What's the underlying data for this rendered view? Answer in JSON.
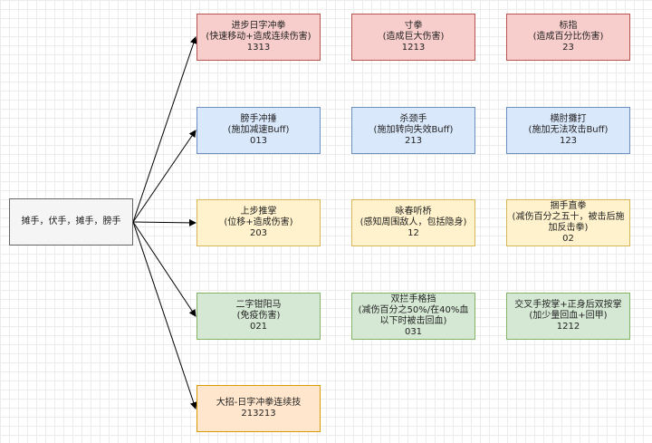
{
  "root": {
    "label": "摊手，伏手，摊手，膀手"
  },
  "nodes": [
    {
      "title": "进步日字冲拳",
      "desc": "(快速移动+造成连续伤害)",
      "code": "1313",
      "color": "red"
    },
    {
      "title": "寸拳",
      "desc": "(造成巨大伤害)",
      "code": "1213",
      "color": "red"
    },
    {
      "title": "标指",
      "desc": "(造成百分比伤害)",
      "code": "23",
      "color": "red"
    },
    {
      "title": "膀手冲捶",
      "desc": "(施加减速Buff)",
      "code": "013",
      "color": "blue"
    },
    {
      "title": "杀颈手",
      "desc": "(施加转向失效Buff)",
      "code": "213",
      "color": "blue"
    },
    {
      "title": "横肘攤打",
      "desc": "(施加无法攻击Buff)",
      "code": "123",
      "color": "blue"
    },
    {
      "title": "上步推掌",
      "desc": "(位移+造成伤害)",
      "code": "203",
      "color": "yellow"
    },
    {
      "title": "咏春听桥",
      "desc": "(感知周围敌人，包括隐身)",
      "code": "12",
      "color": "yellow"
    },
    {
      "title": "捆手直拳",
      "desc": "(减伤百分之五十，被击后施加反击拳)",
      "code": "02",
      "color": "yellow"
    },
    {
      "title": "二字钳阳马",
      "desc": "(免疫伤害)",
      "code": "021",
      "color": "green"
    },
    {
      "title": "双拦手格挡",
      "desc": "(减伤百分之50%/在40%血以下时被击回血)",
      "code": "031",
      "color": "green"
    },
    {
      "title": "交叉手按掌+正身后双按掌",
      "desc": "(加少量回血+回甲)",
      "code": "1212",
      "color": "green"
    },
    {
      "title": "大招-日字冲拳连续技",
      "desc": "",
      "code": "213213",
      "color": "orange"
    }
  ]
}
